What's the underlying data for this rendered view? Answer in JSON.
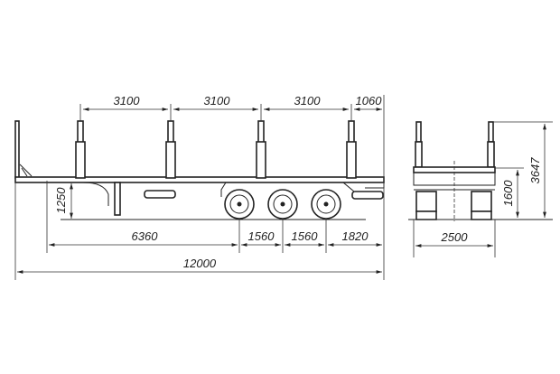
{
  "side_view": {
    "stake_spacing": [
      "3100",
      "3100",
      "3100",
      "1060"
    ],
    "deck_height": "1250",
    "axle_dims": [
      "6360",
      "1560",
      "1560",
      "1820"
    ],
    "overall_length": "12000"
  },
  "front_view": {
    "overall_height": "3647",
    "deck_height": "1600",
    "width": "2500"
  }
}
